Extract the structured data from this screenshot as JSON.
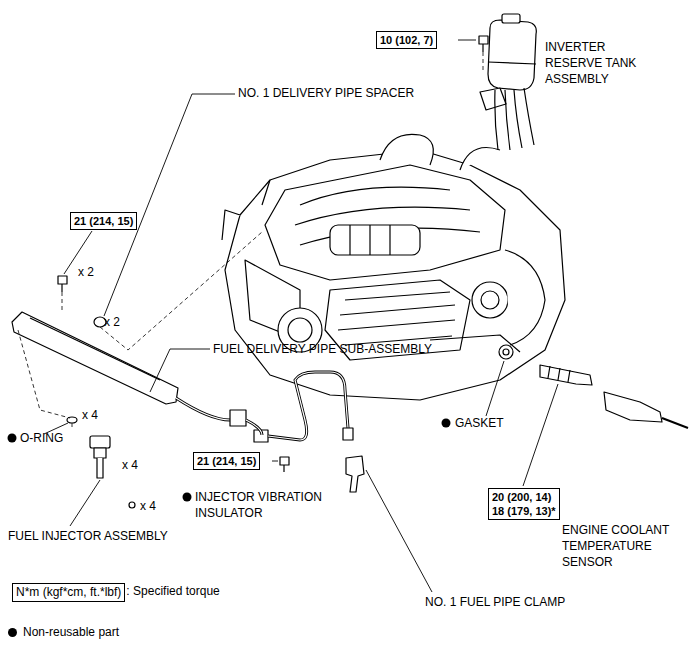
{
  "diagram": {
    "nodes": [
      {
        "text": [
          "10 (102, 7)"
        ]
      },
      {
        "text": [
          "21 (214, 15)"
        ]
      },
      {
        "text": [
          "21 (214, 15)"
        ]
      },
      {
        "text": [
          "20 (200, 14)",
          "18 (179, 13)*"
        ]
      },
      {
        "text": [
          "N*m (kgf*cm, ft.*lbf)"
        ]
      }
    ],
    "edges": [],
    "labels": [
      "INVERTER RESERVE TANK ASSEMBLY",
      "NO. 1 DELIVERY PIPE SPACER",
      "x 2",
      "x 2",
      "FUEL DELIVERY PIPE SUB-ASSEMBLY",
      "GASKET",
      "x 4",
      "O-RING",
      "x 4",
      "x 4",
      "INJECTOR VIBRATION INSULATOR",
      "FUEL INJECTOR ASSEMBLY",
      "NO. 1 FUEL PIPE CLAMP",
      "ENGINE COOLANT TEMPERATURE SENSOR",
      ": Specified torque"
    ],
    "legend": [
      {
        "text": "Non-reusable part"
      }
    ]
  }
}
